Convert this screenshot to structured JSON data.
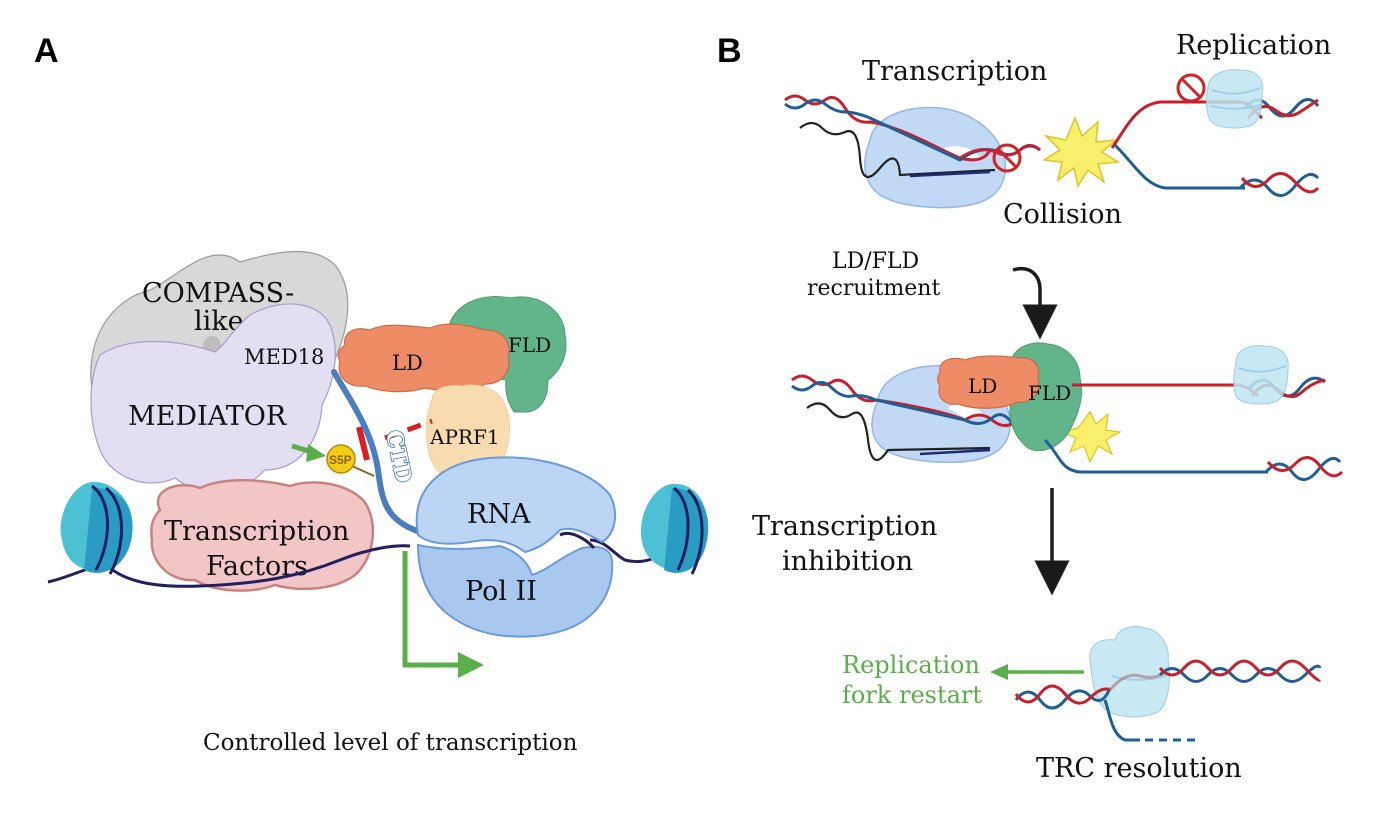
{
  "figure": {
    "panel_a": {
      "letter": "A",
      "labels": {
        "compass": "COMPASS-",
        "compass_line2": "like",
        "med18": "MED18",
        "mediator": "MEDIATOR",
        "ld": "LD",
        "fld": "FLD",
        "aprf1": "APRF1",
        "s5p": "S5P",
        "ctd": "CTD",
        "tf_line1": "Transcription",
        "tf_line2": "Factors",
        "rna": "RNA",
        "pol": "Pol II",
        "caption": "Controlled level of transcription"
      }
    },
    "panel_b": {
      "letter": "B",
      "labels": {
        "transcription": "Transcription",
        "replication": "Replication",
        "collision": "Collision",
        "recruit_line1": "LD/FLD",
        "recruit_line2": "recruitment",
        "ld": "LD",
        "fld": "FLD",
        "inhib_line1": "Transcription",
        "inhib_line2": "inhibition",
        "restart_line1": "Replication",
        "restart_line2": "fork restart",
        "trc": "TRC resolution"
      }
    }
  },
  "colors": {
    "dna_red": "#c8202a",
    "dna_blue": "#1f5f96",
    "ld": "#ee8a66",
    "fld": "#5cb486",
    "aprf1": "#f8d9a8",
    "mediator": "#e3dcf2",
    "compass": "#d6d6d6",
    "pol2": "#b9d3f2",
    "tf": "#f0c4c4",
    "nucleosome": "#3ab3cf",
    "green_arrow": "#5aaf4a",
    "inhibit": "#d32228",
    "collision_star": "#f8ef6a"
  }
}
